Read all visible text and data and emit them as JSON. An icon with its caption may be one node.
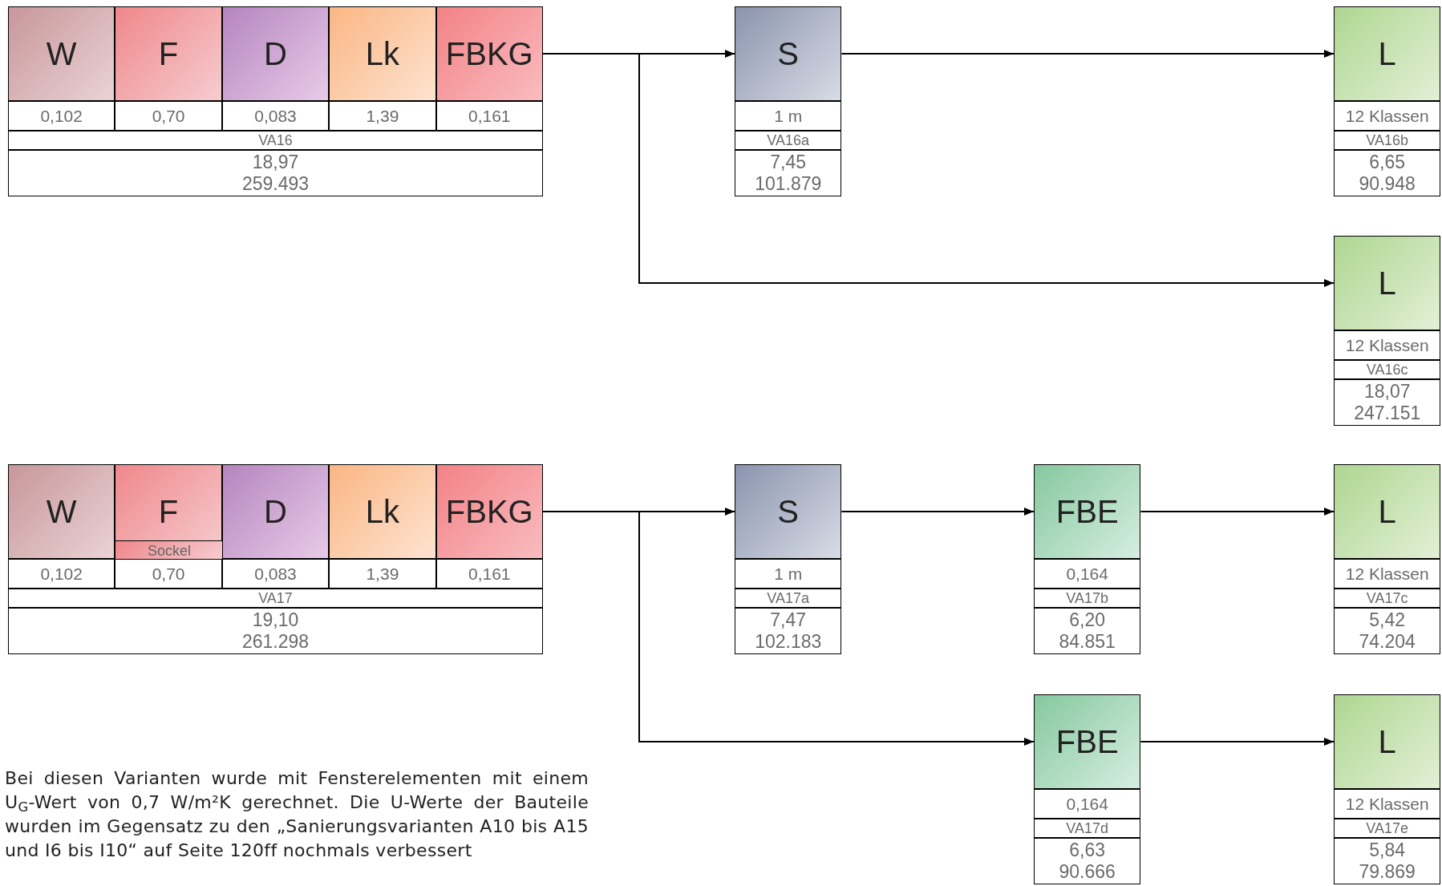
{
  "diagram": {
    "nodes": [
      {
        "text": [
          "W"
        ]
      },
      {
        "text": [
          "F"
        ]
      },
      {
        "text": [
          "D"
        ]
      },
      {
        "text": [
          "Lk"
        ]
      },
      {
        "text": [
          "FBKG"
        ]
      },
      {
        "text": [
          "0,102"
        ]
      },
      {
        "text": [
          "0,70"
        ]
      },
      {
        "text": [
          "0,083"
        ]
      },
      {
        "text": [
          "1,39"
        ]
      },
      {
        "text": [
          "0,161"
        ]
      },
      {
        "text": [
          "VA16"
        ]
      },
      {
        "text": [
          "18,97",
          "259.493"
        ]
      },
      {
        "text": [
          "S"
        ]
      },
      {
        "text": [
          "1 m"
        ]
      },
      {
        "text": [
          "VA16a"
        ]
      },
      {
        "text": [
          "7,45",
          "101.879"
        ]
      },
      {
        "text": [
          "L"
        ]
      },
      {
        "text": [
          "12 Klassen"
        ]
      },
      {
        "text": [
          "VA16b"
        ]
      },
      {
        "text": [
          "6,65",
          "90.948"
        ]
      },
      {
        "text": [
          "L"
        ]
      },
      {
        "text": [
          "12 Klassen"
        ]
      },
      {
        "text": [
          "VA16c"
        ]
      },
      {
        "text": [
          "18,07",
          "247.151"
        ]
      },
      {
        "text": [
          "W"
        ]
      },
      {
        "text": [
          "F"
        ]
      },
      {
        "text": [
          "Sockel"
        ],
        "in": 25
      },
      {
        "text": [
          "D"
        ]
      },
      {
        "text": [
          "Lk"
        ]
      },
      {
        "text": [
          "FBKG"
        ]
      },
      {
        "text": [
          "0,102"
        ]
      },
      {
        "text": [
          "0,70"
        ]
      },
      {
        "text": [
          "0,083"
        ]
      },
      {
        "text": [
          "1,39"
        ]
      },
      {
        "text": [
          "0,161"
        ]
      },
      {
        "text": [
          "VA17"
        ]
      },
      {
        "text": [
          "19,10",
          "261.298"
        ]
      },
      {
        "text": [
          "S"
        ]
      },
      {
        "text": [
          "1 m"
        ]
      },
      {
        "text": [
          "VA17a"
        ]
      },
      {
        "text": [
          "7,47",
          "102.183"
        ]
      },
      {
        "text": [
          "FBE"
        ]
      },
      {
        "text": [
          "0,164"
        ]
      },
      {
        "text": [
          "VA17b"
        ]
      },
      {
        "text": [
          "6,20",
          "84.851"
        ]
      },
      {
        "text": [
          "L"
        ]
      },
      {
        "text": [
          "12 Klassen"
        ]
      },
      {
        "text": [
          "VA17c"
        ]
      },
      {
        "text": [
          "5,42",
          "74.204"
        ]
      },
      {
        "text": [
          "FBE"
        ]
      },
      {
        "text": [
          "0,164"
        ]
      },
      {
        "text": [
          "VA17d"
        ]
      },
      {
        "text": [
          "6,63",
          "90.666"
        ]
      },
      {
        "text": [
          "L"
        ]
      },
      {
        "text": [
          "12 Klassen"
        ]
      },
      {
        "text": [
          "VA17e"
        ]
      },
      {
        "text": [
          "5,84",
          "79.869"
        ]
      }
    ],
    "edges": [
      {
        "from": 4,
        "to": 12,
        "arrow": "to"
      },
      {
        "from": 4,
        "to": 20,
        "arrow": "to"
      },
      {
        "from": 12,
        "to": 16,
        "arrow": "to"
      },
      {
        "from": 29,
        "to": 37,
        "arrow": "to"
      },
      {
        "from": 29,
        "to": 49,
        "arrow": "to"
      },
      {
        "from": 37,
        "to": 41,
        "arrow": "to"
      },
      {
        "from": 41,
        "to": 45,
        "arrow": "to"
      },
      {
        "from": 49,
        "to": 53,
        "arrow": "to"
      }
    ],
    "labels": [
      "Bei diesen Varianten wurde mit Fensterelementen mit einem U$_{G}$-Wert von 0,7 W/m²K gerechnet. Die U-Werte der Bauteile wurden im Gegensatz zu den „Sanierungsvarianten A10 bis A15 und I6 bis I10“ auf Seite 120ff nochmals verbessert"
    ]
  }
}
